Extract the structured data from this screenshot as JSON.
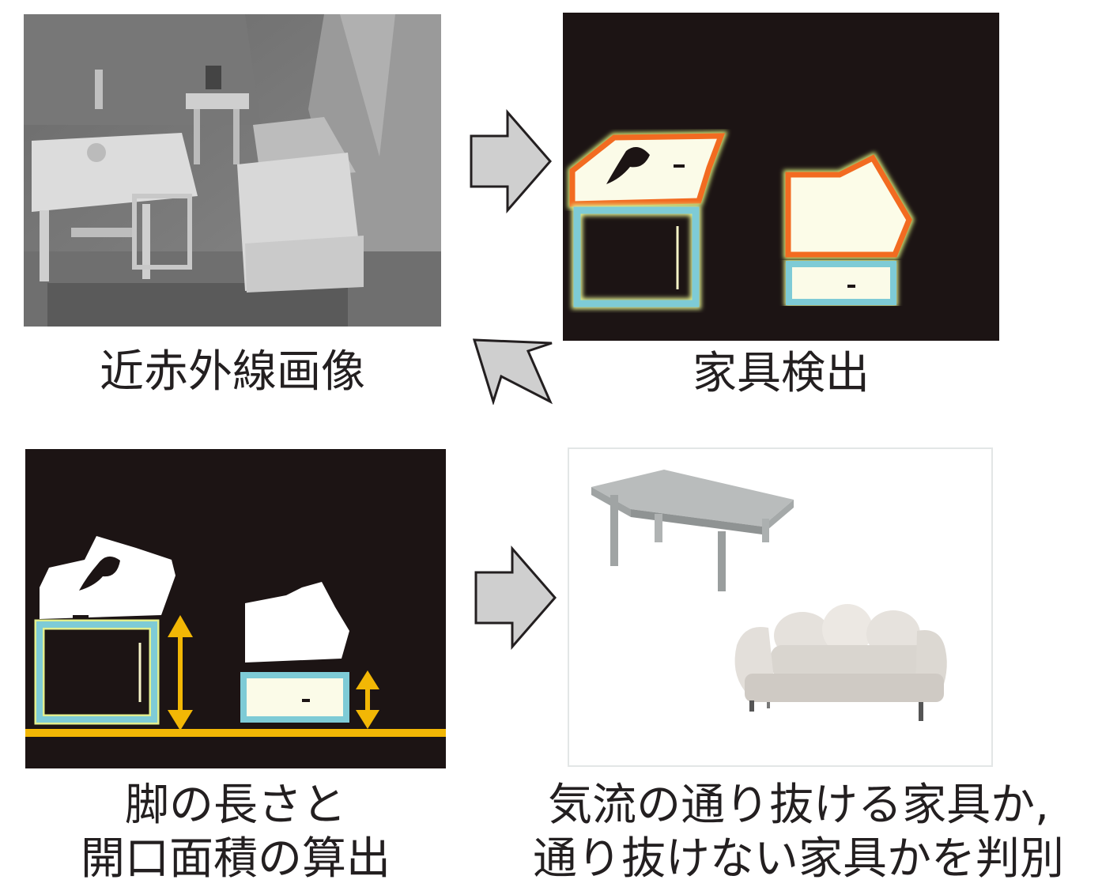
{
  "captions": {
    "nir": "近赤外線画像",
    "detect": "家具検出",
    "measure_line1": "脚の長さと",
    "measure_line2": "開口面積の算出",
    "classify_line1": "気流の通り抜ける家具か,",
    "classify_line2": "通り抜けない家具かを判別"
  },
  "colors": {
    "top_box": "#f26b21",
    "bottom_box": "#7ecbd6",
    "measure": "#f2b705",
    "arrow_fill": "#cfcfcf",
    "panel_dark": "#1c1414"
  },
  "icons": [
    "right-arrow-icon",
    "down-left-arrow-icon",
    "table-icon",
    "sofa-icon",
    "height-arrow-icon"
  ]
}
